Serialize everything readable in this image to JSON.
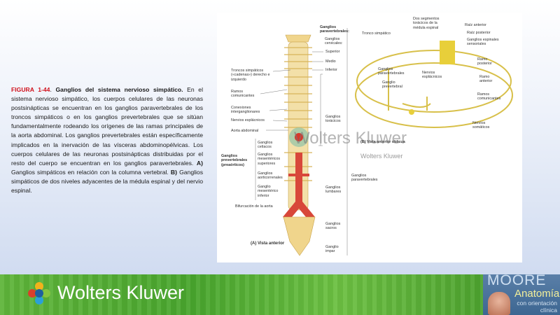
{
  "caption": {
    "figure_label": "FIGURA 1-44",
    "title": "Ganglios del sistema nervioso simpático.",
    "body1": " En el sistema nervioso simpático, los cuerpos celulares de las neuronas postsinápticas se encuentran en los ganglios paravertebrales de los troncos simpáticos o en los ganglios prevertebrales que se sitúan fundamentalmente rodeando los orígenes de las ramas principales de la aorta abdominal. Los ganglios prevertebrales están específicamente implicados en la inervación de las vísceras abdominopélvicas. Los cuerpos celulares de las neuronas postsinápticas distribuidas por el resto del cuerpo se encuentran en los ganglios paravertebrales. ",
    "a_label": "A)",
    "a_text": " Ganglios simpáticos en relación con la columna vertebral. ",
    "b_label": "B)",
    "b_text": " Ganglios simpáticos de dos niveles adyacentes de la médula espinal y del nervio espinal."
  },
  "figure_a": {
    "paravertebrales": "Ganglios paravertebrales:",
    "cervicales": "Ganglios cervicales:",
    "superior": "Superior",
    "medio": "Medio",
    "inferior": "Inferior",
    "troncos": "Troncos simpáticos («cadenas») derecho e izquierdo",
    "ramos": "Ramos comunicantes",
    "conexiones": "Conexiones interganglionares",
    "esplacnicos": "Nervios esplácnicos",
    "aorta": "Aorta abdominal",
    "toracicos": "Ganglios torácicos",
    "prevertebrales": "Ganglios prevertebrales (preaórticos)",
    "celiacos": "Ganglios celíacos",
    "mes_sup": "Ganglios mesentéricos superiores",
    "aorticorrenales": "Ganglios aorticorrenales",
    "mes_inf": "Ganglio mesentérico inferior",
    "bifurcacion": "Bifurcación de la aorta",
    "lumbares": "Ganglios lumbares",
    "sacros": "Ganglios sacros",
    "impar": "Ganglio impar",
    "paravertebrales2": "Ganglios paravertebrales",
    "vista": "(A) Vista anterior"
  },
  "figure_b": {
    "tronco": "Tronco simpático",
    "segmentos": "Dos segmentos torácicos de la médula espinal",
    "raiz_ant": "Raíz anterior",
    "raiz_post": "Raíz posterior",
    "ganglios_esp": "Ganglios espinales sensoriales",
    "ramo_post": "Ramo posterior",
    "ramo_ant": "Ramo anterior",
    "ramos_com": "Ramos comunicantes",
    "nervios_som": "Nervios somáticos",
    "ganglios_para": "Ganglios paravertebrales",
    "ganglio_pre": "Ganglio prevertebral",
    "esplacnicos": "Nervios esplácnicos",
    "vista": "(B) Vista anterior oblicua"
  },
  "watermark": {
    "text": "Wolters Kluwer"
  },
  "footer": {
    "brand": "Wolters Kluwer",
    "book_title": "MOORE",
    "book_sub": "Anatomía",
    "book_sub2": "con orientación",
    "book_sub3": "clínica"
  },
  "colors": {
    "accent_red": "#d0101a",
    "banner_green": "#4da32f",
    "moore_blue": "#3d6691"
  }
}
